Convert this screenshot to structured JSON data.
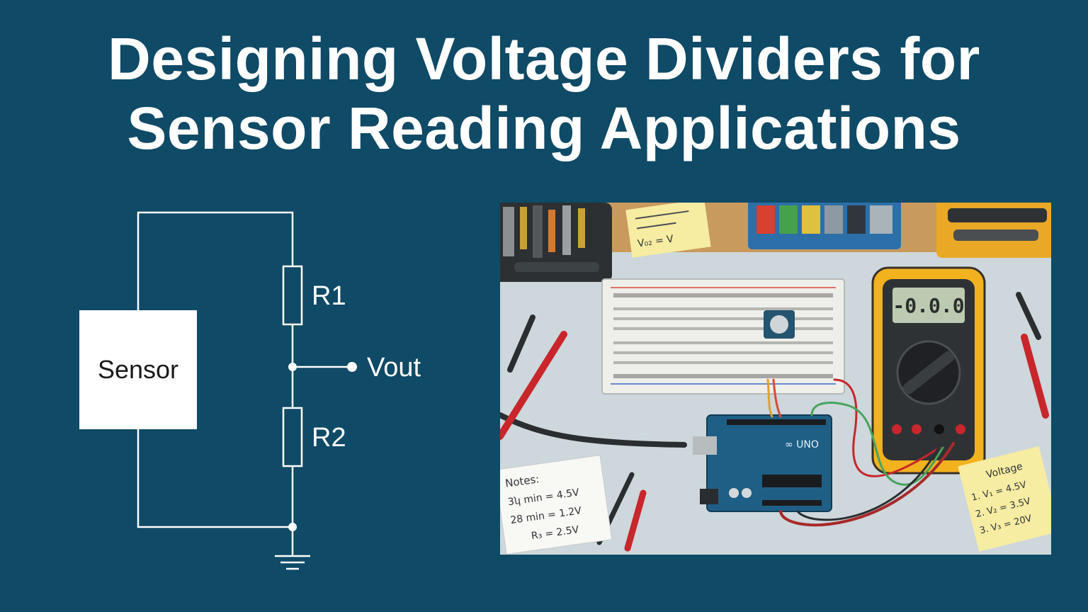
{
  "title": {
    "line1": "Designing Voltage Dividers for",
    "line2": "Sensor Reading Applications"
  },
  "schematic": {
    "sensor_label": "Sensor",
    "r1_label": "R1",
    "r2_label": "R2",
    "vout_label": "Vout"
  },
  "photo": {
    "multimeter_reading": "-0.0.0",
    "notes_left": {
      "heading": "Notes:",
      "line1": "3ʮ min = 4.5V",
      "line2": "28 min = 1.2V",
      "line3": "R₃ = 2.5V"
    },
    "notes_right": {
      "heading": "Voltage",
      "line1": "1. V₁ = 4.5V",
      "line2": "2. V₂ = 3.5V",
      "line3": "3. V₃ = 20V"
    },
    "sticky_top": {
      "line1": "V₀₂ = V"
    },
    "arduino_label": "∞ UNO"
  },
  "colors": {
    "background": "#0f4a66",
    "schematic_line": "#ffffff",
    "multimeter_body": "#f2b21e",
    "arduino_board": "#1f5f86",
    "probe_red": "#c8262b"
  }
}
